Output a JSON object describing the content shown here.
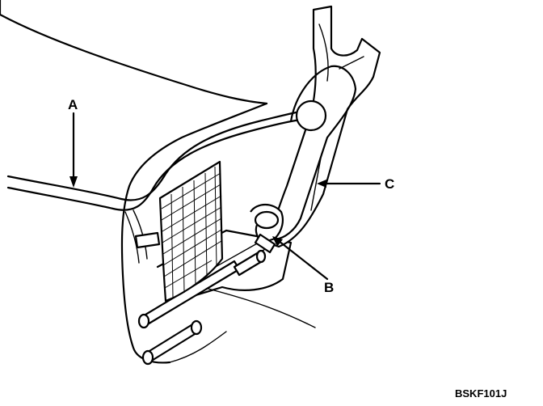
{
  "callouts": {
    "a": "A",
    "b": "B",
    "c": "C"
  },
  "figure_code": "BSKF101J"
}
